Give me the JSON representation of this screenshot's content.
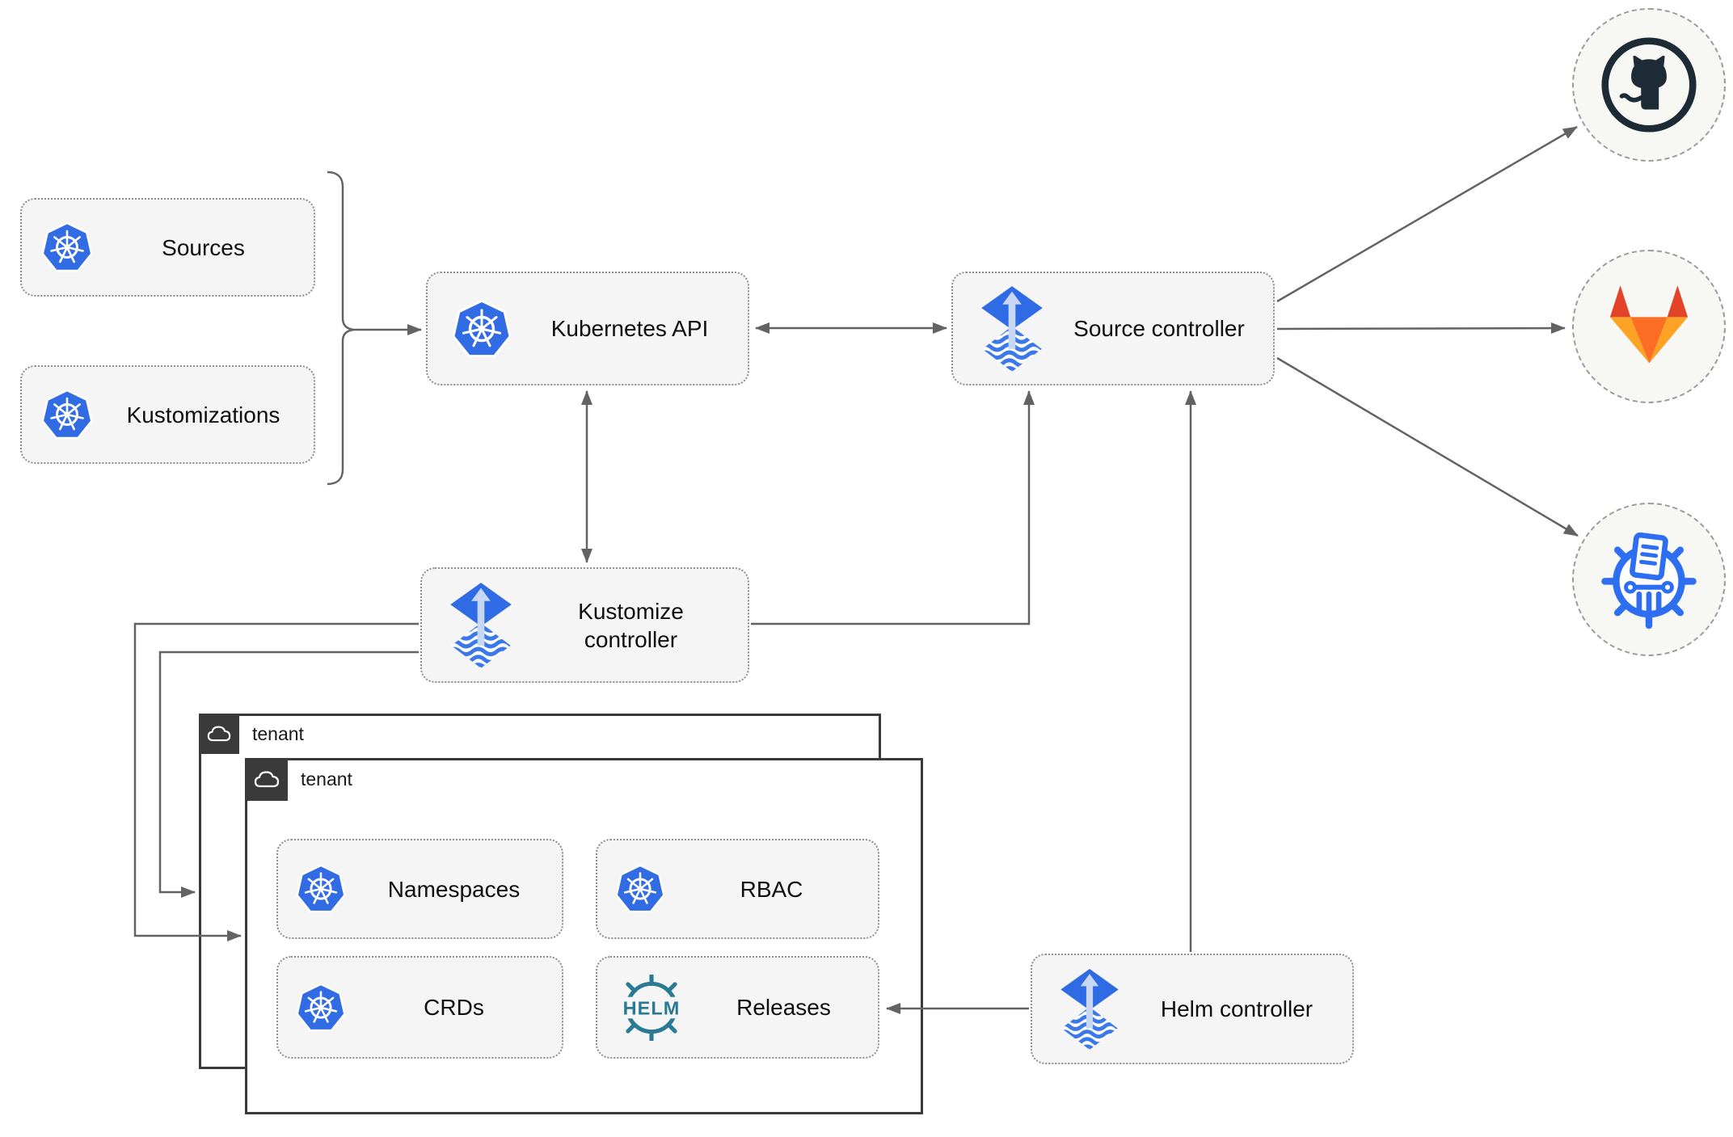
{
  "nodes": {
    "sources": {
      "label": "Sources"
    },
    "kustomizations": {
      "label": "Kustomizations"
    },
    "kubernetes_api": {
      "label": "Kubernetes API"
    },
    "source_controller": {
      "label": "Source controller"
    },
    "kustomize_controller": {
      "label": "Kustomize controller"
    },
    "helm_controller": {
      "label": "Helm controller"
    },
    "namespaces": {
      "label": "Namespaces"
    },
    "rbac": {
      "label": "RBAC"
    },
    "crds": {
      "label": "CRDs"
    },
    "releases": {
      "label": "Releases",
      "icon_text": "HELM"
    }
  },
  "tenants": {
    "back": {
      "label": "tenant"
    },
    "front": {
      "label": "tenant"
    }
  },
  "external_systems": {
    "github": {
      "icon": "github-icon"
    },
    "gitlab": {
      "icon": "gitlab-icon"
    },
    "chartmuseum": {
      "icon": "chartmuseum-icon"
    }
  },
  "edges": [
    {
      "from": "sources+kustomizations",
      "to": "kubernetes_api",
      "style": "brace-arrow"
    },
    {
      "from": "kubernetes_api",
      "to": "source_controller",
      "style": "bidirectional"
    },
    {
      "from": "kubernetes_api",
      "to": "kustomize_controller",
      "style": "bidirectional"
    },
    {
      "from": "kustomize_controller",
      "to": "source_controller",
      "style": "arrow"
    },
    {
      "from": "helm_controller",
      "to": "source_controller",
      "style": "arrow"
    },
    {
      "from": "helm_controller",
      "to": "releases",
      "style": "arrow"
    },
    {
      "from": "kustomize_controller",
      "to": "tenant_front",
      "style": "arrow"
    },
    {
      "from": "kustomize_controller",
      "to": "tenant_back",
      "style": "arrow"
    },
    {
      "from": "source_controller",
      "to": "github",
      "style": "arrow"
    },
    {
      "from": "source_controller",
      "to": "gitlab",
      "style": "arrow"
    },
    {
      "from": "source_controller",
      "to": "chartmuseum",
      "style": "arrow"
    }
  ],
  "colors": {
    "kubernetes_blue": "#326ce5",
    "flux_blue": "#2e6be4",
    "flux_wave_blue": "#3b78ea",
    "flux_arrow_light": "#c7d7f4",
    "helm_teal": "#2b7a94",
    "github_dark": "#1d2b36",
    "gitlab_red": "#e24329",
    "gitlab_orange": "#fc6d26",
    "gitlab_amber": "#fca326",
    "chartmuseum_blue": "#2e6ef0",
    "wire_gray": "#636363",
    "node_fill": "#f5f5f5",
    "node_border": "#8f8f8f",
    "tenant_dark": "#3a3a3a",
    "circle_fill": "#f7f7f4"
  }
}
